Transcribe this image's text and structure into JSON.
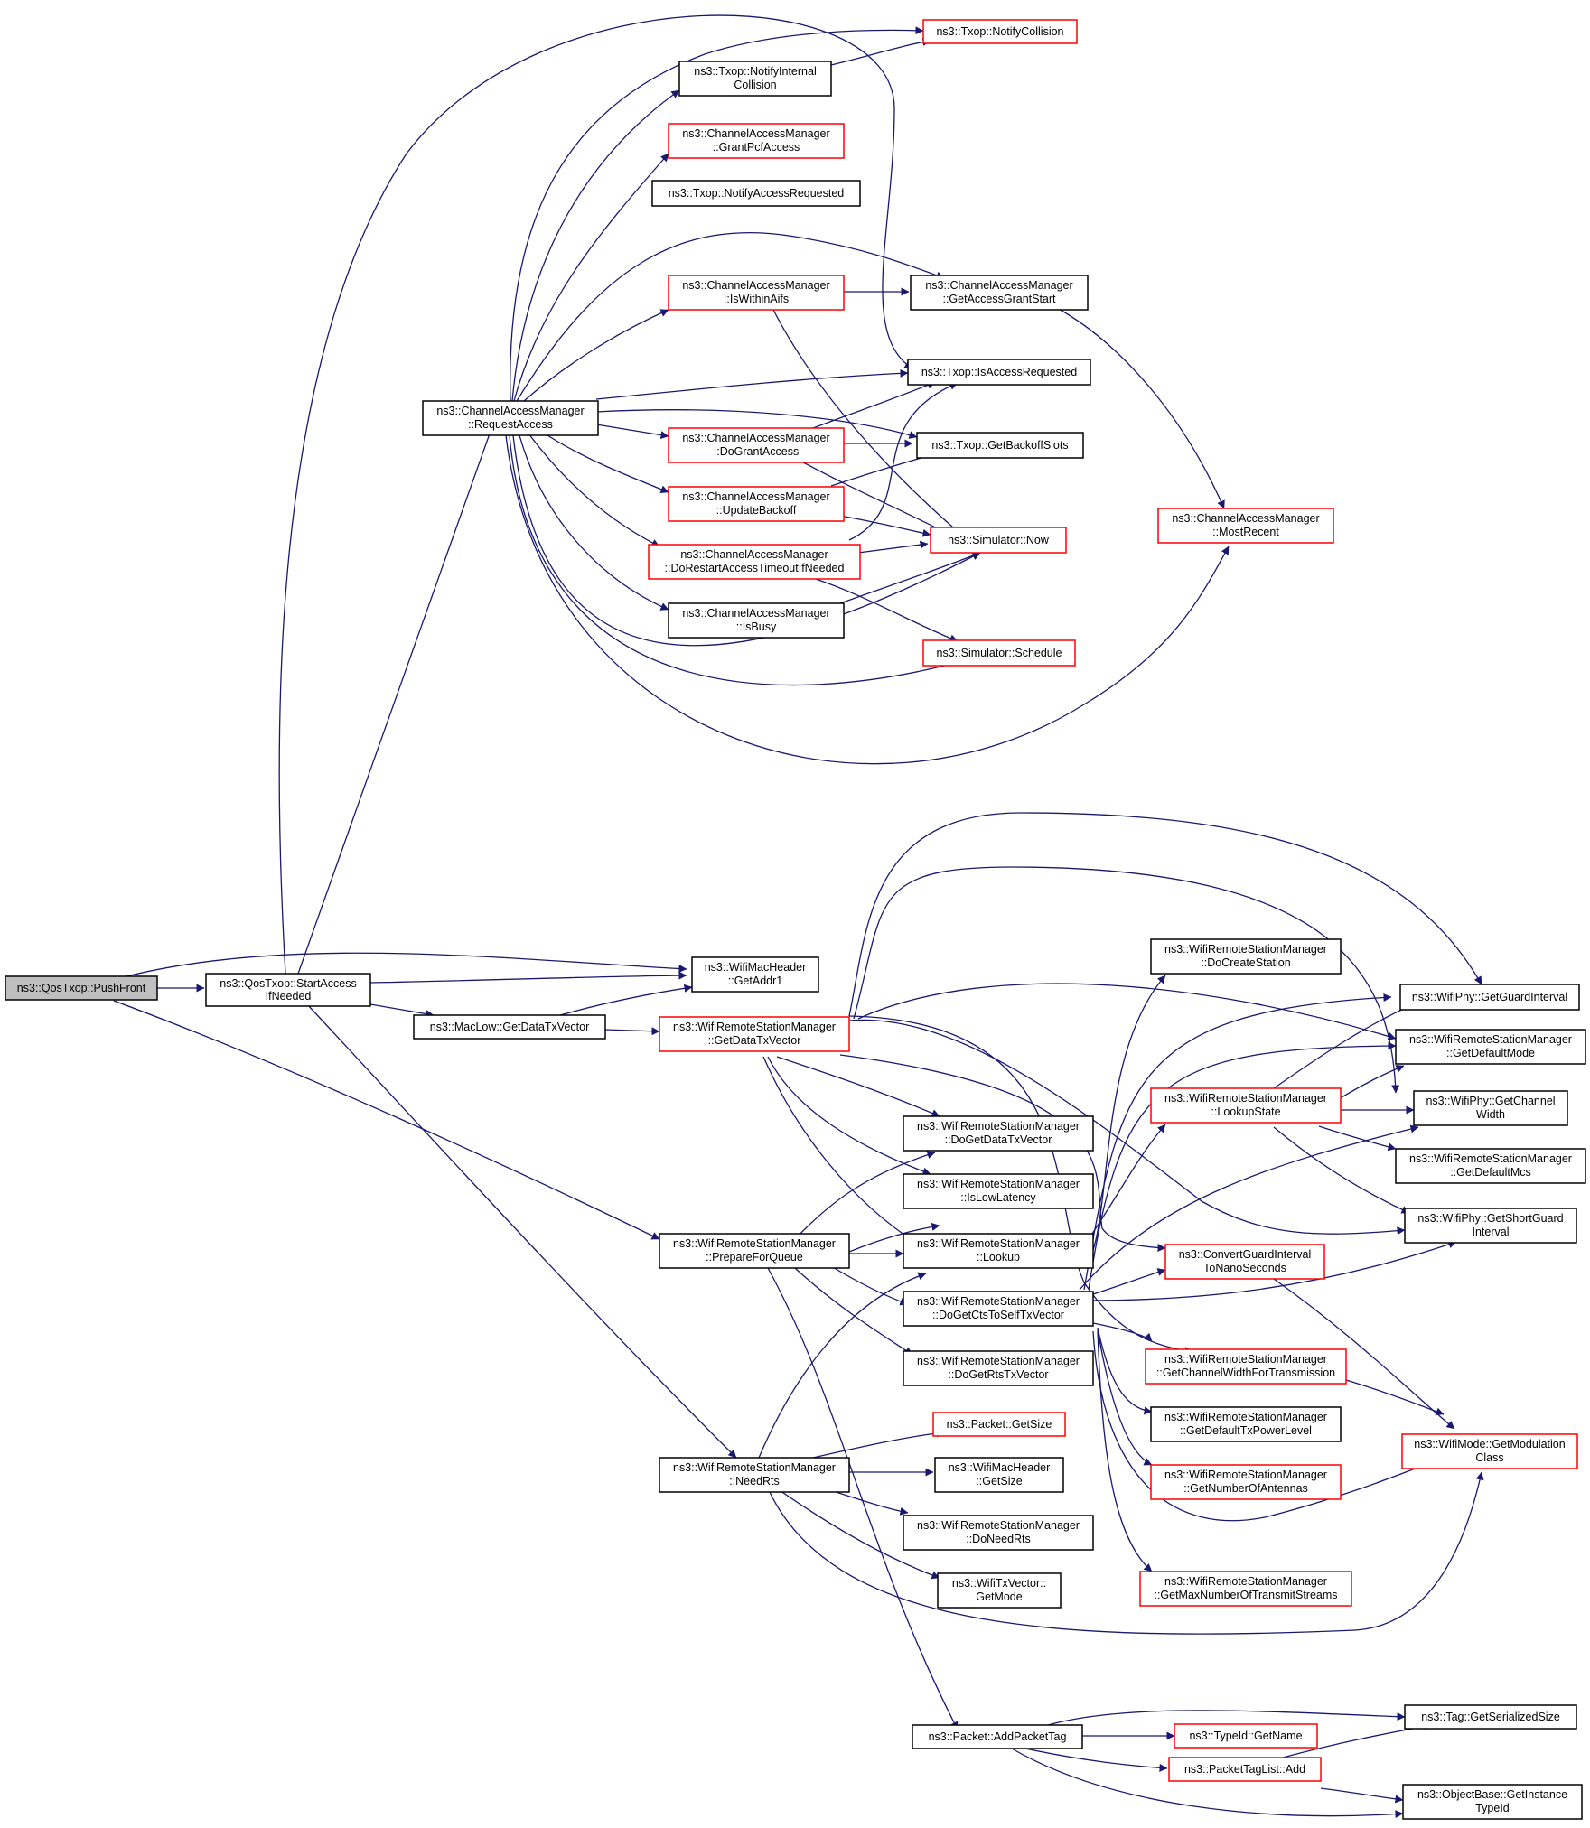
{
  "colors": {
    "edge": "#191970",
    "red_border": "#ff0000",
    "black_border": "#000000",
    "root_fill": "#bfbfbf"
  },
  "nodes": {
    "n_pushfront": {
      "lines": [
        "ns3::QosTxop::PushFront"
      ],
      "style": "root"
    },
    "n_startaccess": {
      "lines": [
        "ns3::QosTxop::StartAccess",
        "IfNeeded"
      ],
      "style": "black"
    },
    "n_requestaccess": {
      "lines": [
        "ns3::ChannelAccessManager",
        "::RequestAccess"
      ],
      "style": "black"
    },
    "n_notifycollision": {
      "lines": [
        "ns3::Txop::NotifyCollision"
      ],
      "style": "red"
    },
    "n_notifyinternal": {
      "lines": [
        "ns3::Txop::NotifyInternal",
        "Collision"
      ],
      "style": "black"
    },
    "n_grantpcf": {
      "lines": [
        "ns3::ChannelAccessManager",
        "::GrantPcfAccess"
      ],
      "style": "red"
    },
    "n_notifyaccessreq": {
      "lines": [
        "ns3::Txop::NotifyAccessRequested"
      ],
      "style": "black"
    },
    "n_iswithinaifs": {
      "lines": [
        "ns3::ChannelAccessManager",
        "::IsWithinAifs"
      ],
      "style": "red"
    },
    "n_getaccessgrant": {
      "lines": [
        "ns3::ChannelAccessManager",
        "::GetAccessGrantStart"
      ],
      "style": "black"
    },
    "n_isaccessreq": {
      "lines": [
        "ns3::Txop::IsAccessRequested"
      ],
      "style": "black"
    },
    "n_dograntaccess": {
      "lines": [
        "ns3::ChannelAccessManager",
        "::DoGrantAccess"
      ],
      "style": "red"
    },
    "n_getbackoff": {
      "lines": [
        "ns3::Txop::GetBackoffSlots"
      ],
      "style": "black"
    },
    "n_updatebackoff": {
      "lines": [
        "ns3::ChannelAccessManager",
        "::UpdateBackoff"
      ],
      "style": "red"
    },
    "n_mostrecent": {
      "lines": [
        "ns3::ChannelAccessManager",
        "::MostRecent"
      ],
      "style": "red"
    },
    "n_dorestart": {
      "lines": [
        "ns3::ChannelAccessManager",
        "::DoRestartAccessTimeoutIfNeeded"
      ],
      "style": "red"
    },
    "n_simnow": {
      "lines": [
        "ns3::Simulator::Now"
      ],
      "style": "red"
    },
    "n_isbusy": {
      "lines": [
        "ns3::ChannelAccessManager",
        "::IsBusy"
      ],
      "style": "black"
    },
    "n_schedule": {
      "lines": [
        "ns3::Simulator::Schedule"
      ],
      "style": "red"
    },
    "n_getaddr1": {
      "lines": [
        "ns3::WifiMacHeader",
        "::GetAddr1"
      ],
      "style": "black"
    },
    "n_macgetdatatx": {
      "lines": [
        "ns3::MacLow::GetDataTxVector"
      ],
      "style": "black"
    },
    "n_wrsmgetdatatx": {
      "lines": [
        "ns3::WifiRemoteStationManager",
        "::GetDataTxVector"
      ],
      "style": "red"
    },
    "n_docreatestation": {
      "lines": [
        "ns3::WifiRemoteStationManager",
        "::DoCreateStation"
      ],
      "style": "black"
    },
    "n_getguardinterval": {
      "lines": [
        "ns3::WifiPhy::GetGuardInterval"
      ],
      "style": "black"
    },
    "n_getdefaultmode": {
      "lines": [
        "ns3::WifiRemoteStationManager",
        "::GetDefaultMode"
      ],
      "style": "black"
    },
    "n_lookupstate": {
      "lines": [
        "ns3::WifiRemoteStationManager",
        "::LookupState"
      ],
      "style": "red"
    },
    "n_getchannelwidth": {
      "lines": [
        "ns3::WifiPhy::GetChannel",
        "Width"
      ],
      "style": "black"
    },
    "n_dogetdatatx": {
      "lines": [
        "ns3::WifiRemoteStationManager",
        "::DoGetDataTxVector"
      ],
      "style": "black"
    },
    "n_getdefaultmcs": {
      "lines": [
        "ns3::WifiRemoteStationManager",
        "::GetDefaultMcs"
      ],
      "style": "black"
    },
    "n_islowlatency": {
      "lines": [
        "ns3::WifiRemoteStationManager",
        "::IsLowLatency"
      ],
      "style": "black"
    },
    "n_getshortguard": {
      "lines": [
        "ns3::WifiPhy::GetShortGuard",
        "Interval"
      ],
      "style": "black"
    },
    "n_prepareforqueue": {
      "lines": [
        "ns3::WifiRemoteStationManager",
        "::PrepareForQueue"
      ],
      "style": "black"
    },
    "n_lookup": {
      "lines": [
        "ns3::WifiRemoteStationManager",
        "::Lookup"
      ],
      "style": "black"
    },
    "n_convertguard": {
      "lines": [
        "ns3::ConvertGuardInterval",
        "ToNanoSeconds"
      ],
      "style": "red"
    },
    "n_dogetcts": {
      "lines": [
        "ns3::WifiRemoteStationManager",
        "::DoGetCtsToSelfTxVector"
      ],
      "style": "black"
    },
    "n_dogetrts": {
      "lines": [
        "ns3::WifiRemoteStationManager",
        "::DoGetRtsTxVector"
      ],
      "style": "black"
    },
    "n_getchwidthtx": {
      "lines": [
        "ns3::WifiRemoteStationManager",
        "::GetChannelWidthForTransmission"
      ],
      "style": "red"
    },
    "n_getdefaulttxpower": {
      "lines": [
        "ns3::WifiRemoteStationManager",
        "::GetDefaultTxPowerLevel"
      ],
      "style": "black"
    },
    "n_packetgetsize": {
      "lines": [
        "ns3::Packet::GetSize"
      ],
      "style": "red"
    },
    "n_getmodclass": {
      "lines": [
        "ns3::WifiMode::GetModulation",
        "Class"
      ],
      "style": "red"
    },
    "n_needrts": {
      "lines": [
        "ns3::WifiRemoteStationManager",
        "::NeedRts"
      ],
      "style": "black"
    },
    "n_machdrgetsize": {
      "lines": [
        "ns3::WifiMacHeader",
        "::GetSize"
      ],
      "style": "black"
    },
    "n_getnumantennas": {
      "lines": [
        "ns3::WifiRemoteStationManager",
        "::GetNumberOfAntennas"
      ],
      "style": "red"
    },
    "n_doneedrts": {
      "lines": [
        "ns3::WifiRemoteStationManager",
        "::DoNeedRts"
      ],
      "style": "black"
    },
    "n_txvectgetmode": {
      "lines": [
        "ns3::WifiTxVector::",
        "GetMode"
      ],
      "style": "black"
    },
    "n_getmaxstreams": {
      "lines": [
        "ns3::WifiRemoteStationManager",
        "::GetMaxNumberOfTransmitStreams"
      ],
      "style": "red"
    },
    "n_addpackettag": {
      "lines": [
        "ns3::Packet::AddPacketTag"
      ],
      "style": "black"
    },
    "n_typeidgetname": {
      "lines": [
        "ns3::TypeId::GetName"
      ],
      "style": "red"
    },
    "n_taggetserial": {
      "lines": [
        "ns3::Tag::GetSerializedSize"
      ],
      "style": "black"
    },
    "n_ptladd": {
      "lines": [
        "ns3::PacketTagList::Add"
      ],
      "style": "red"
    },
    "n_getinstancetypeid": {
      "lines": [
        "ns3::ObjectBase::GetInstance",
        "TypeId"
      ],
      "style": "black"
    }
  }
}
